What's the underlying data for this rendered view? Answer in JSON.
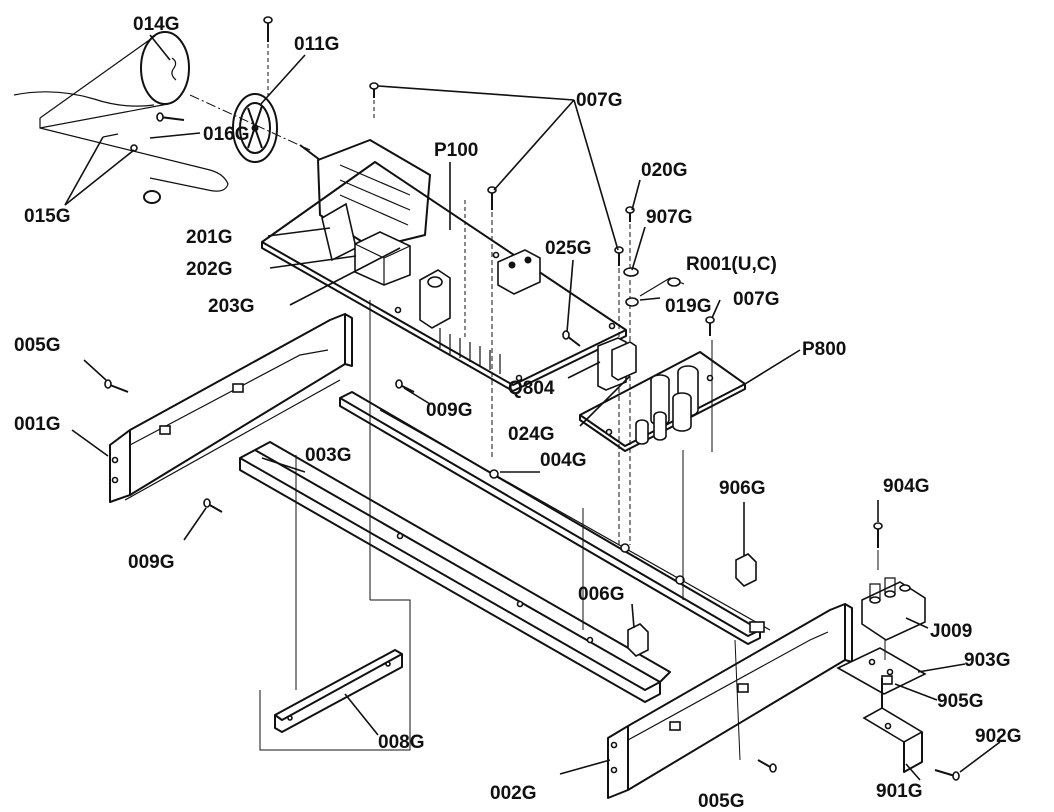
{
  "labels": {
    "l_014G": "014G",
    "l_011G": "011G",
    "l_007G_top": "007G",
    "l_016G": "016G",
    "l_015G": "015G",
    "l_P100": "P100",
    "l_020G": "020G",
    "l_907G": "907G",
    "l_201G": "201G",
    "l_025G": "025G",
    "l_R001": "R001(U,C)",
    "l_202G": "202G",
    "l_007G_right": "007G",
    "l_203G": "203G",
    "l_019G": "019G",
    "l_005G_left": "005G",
    "l_P800": "P800",
    "l_Q804": "Q804",
    "l_009G_mid": "009G",
    "l_001G": "001G",
    "l_024G": "024G",
    "l_003G": "003G",
    "l_004G": "004G",
    "l_906G": "906G",
    "l_904G": "904G",
    "l_009G_bottom": "009G",
    "l_006G": "006G",
    "l_J009": "J009",
    "l_903G": "903G",
    "l_905G": "905G",
    "l_008G": "008G",
    "l_902G": "902G",
    "l_002G": "002G",
    "l_005G_bottom": "005G",
    "l_901G": "901G"
  }
}
